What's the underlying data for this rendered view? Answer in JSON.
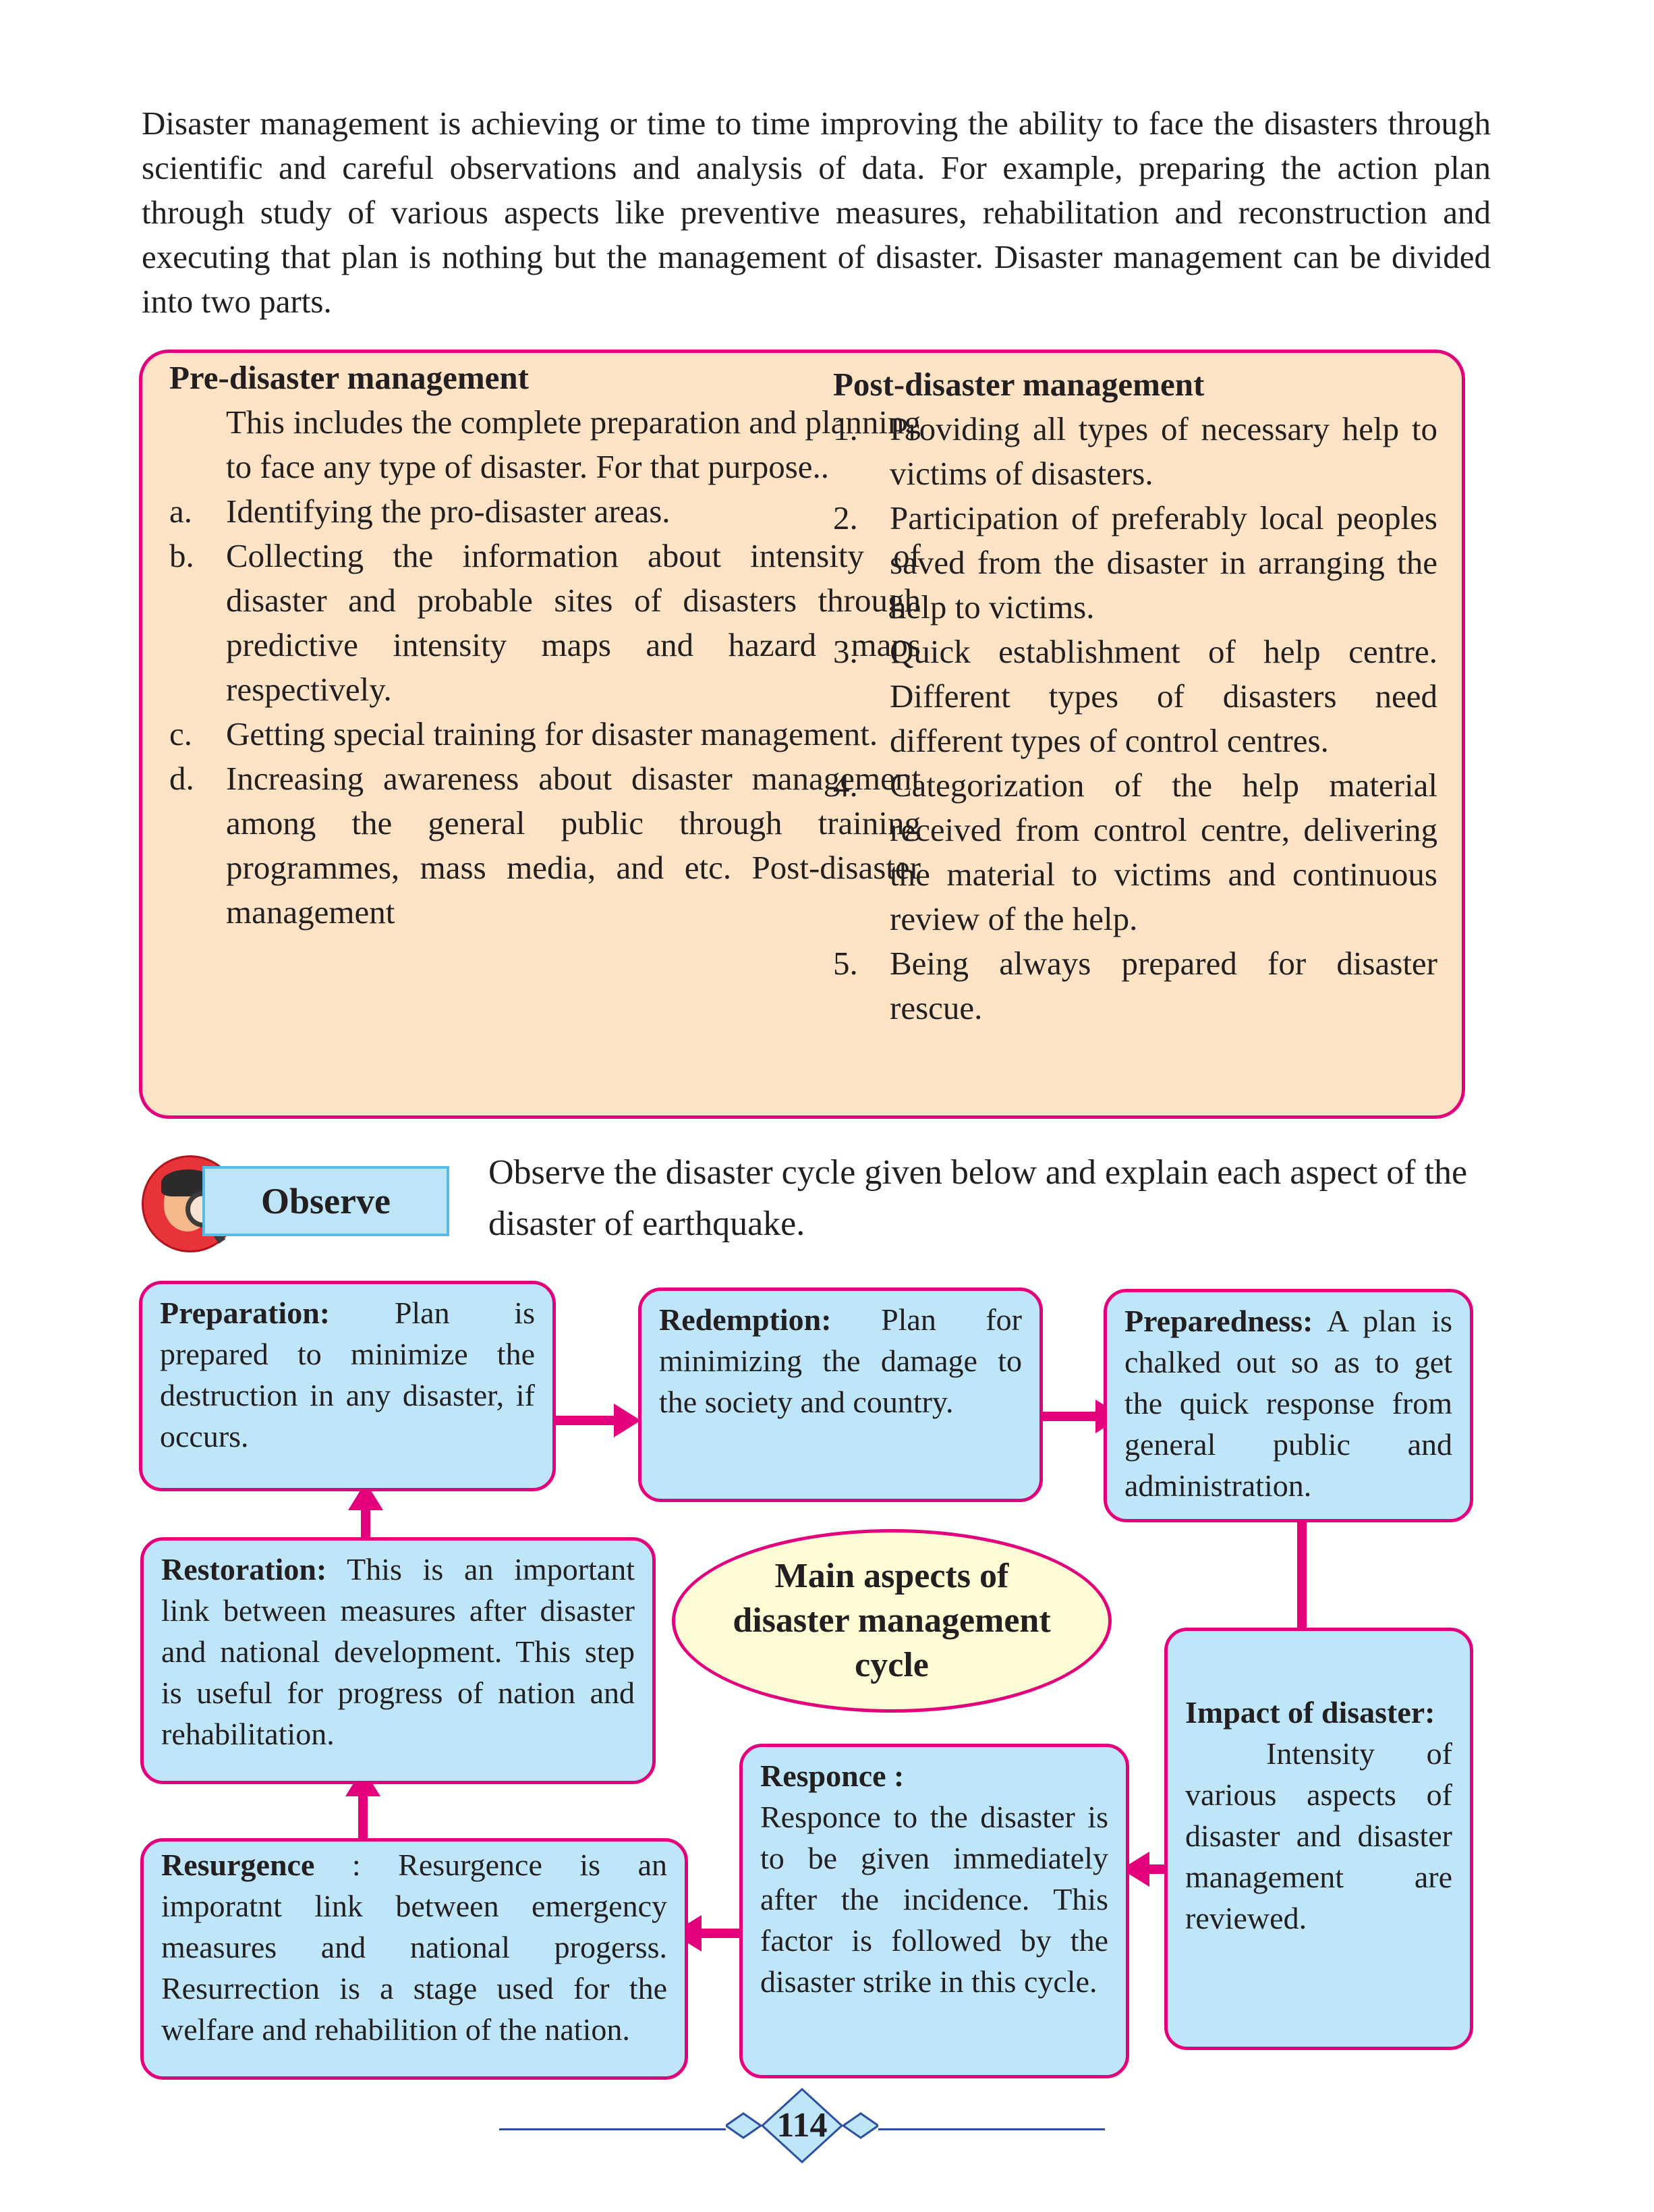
{
  "intro": "Disaster management is achieving or time to time improving the ability to face the disasters through scientific and careful observations and analysis of data. For example, preparing the action plan through study of various aspects like preventive measures, rehabilitation and reconstruction and executing that plan is nothing but the management of disaster. Disaster management can be divided into two parts.",
  "pre": {
    "title": "Pre-disaster management",
    "lead": "This includes the complete preparation and planning to face any type of disaster. For that purpose..",
    "items": [
      {
        "mark": "a.",
        "text": "Identifying the pro-disaster areas."
      },
      {
        "mark": "b.",
        "text": "Collecting the information about intensity of disaster and probable sites of disasters through predictive intensity maps and hazard maps respectively."
      },
      {
        "mark": "c.",
        "text": "Getting special training for disaster management."
      },
      {
        "mark": "d.",
        "text": "Increasing awareness about disaster management among the general public through training programmes, mass media, and etc.   Post-disaster management"
      }
    ]
  },
  "post": {
    "title": "Post-disaster management",
    "items": [
      {
        "mark": "1.",
        "text": "Providing all types of necessary help to victims of disasters."
      },
      {
        "mark": "2.",
        "text": "Participation of preferably local peoples saved from the disaster in arranging the help to victims."
      },
      {
        "mark": "3.",
        "text": "Quick establishment of help centre. Different types of disasters need different types of control centres."
      },
      {
        "mark": "4.",
        "text": "Categorization of the help material received from control centre, delivering the material to victims and continuous review of the help."
      },
      {
        "mark": "5.",
        "text": "Being always prepared for disaster rescue."
      }
    ]
  },
  "observe": {
    "label": "Observe",
    "text": "Observe the disaster cycle given below and explain each aspect of the disaster of earthquake."
  },
  "cycle": {
    "center": "Main aspects of disaster management cycle",
    "preparation": {
      "title": "Preparation:",
      "text": " Plan is prepared to minimize the destruction in any disaster, if occurs."
    },
    "redemption": {
      "title": "Redemption:",
      "text": " Plan for minimizing the damage to the society and country."
    },
    "preparedness": {
      "title": "Preparedness:",
      "text": " A plan is chalked out so as to get the quick response from general public and administration."
    },
    "impact": {
      "title": "Impact of disaster:",
      "text": "Intensity of various aspects of disaster and disaster management are reviewed."
    },
    "responce": {
      "title": "Responce :",
      "text": "Responce to the disaster is to be given immediately after the incidence. This factor is followed by the disaster strike in this cycle."
    },
    "resurgence": {
      "title": "Resurgence",
      "text": "   : Resurgence is an imporatnt link between emergency measures and national progerss. Resurrection is a stage used for the welfare and rehabilition of the nation."
    },
    "restoration": {
      "title": "Restoration:",
      "text": " This is an important link between measures after disaster and national development. This step is useful for progress of nation and rehabilitation."
    }
  },
  "page_number": "114",
  "colors": {
    "accent": "#e4007c",
    "box_fill": "#bfe6f8",
    "panel_fill": "#fde3c6",
    "ellipse_fill": "#fdfcd4",
    "rule": "#2b4fa3"
  }
}
